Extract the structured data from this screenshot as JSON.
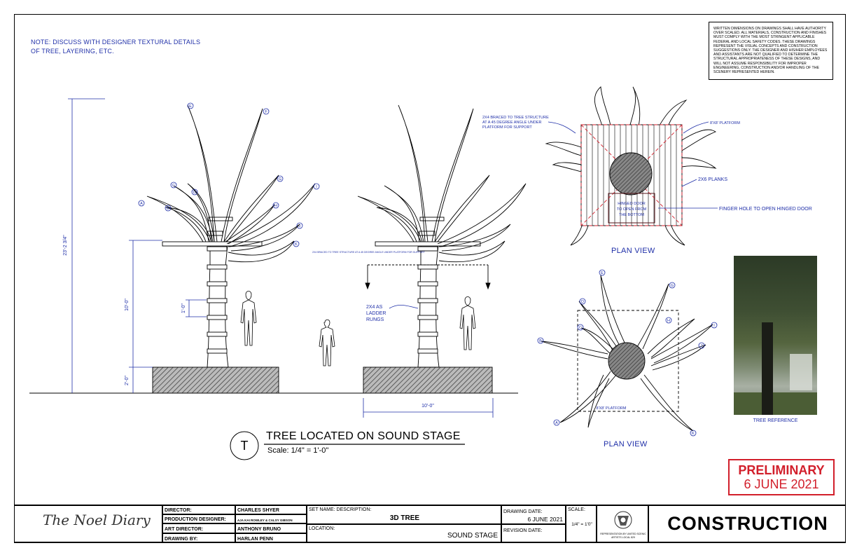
{
  "note": {
    "line1": "NOTE: DISCUSS WITH DESIGNER TEXTURAL DETAILS",
    "line2": "OF TREE, LAYERING, ETC."
  },
  "disclaimer": "WRITTEN DIMENSIONS ON DRAWINGS SHALL HAVE AUTHORITY OVER SCALED. ALL MATERIALS, CONSTRUCTION AND FINISHES MUST COMPLY WITH THE MOST STRINGENT APPLICABLE FEDERAL AND LOCAL SAFETY CODES. THESE DRAWINGS REPRESENT THE VISUAL CONCEPTS AND CONSTRUCTION SUGGESTIONS ONLY. THE DESIGNER AND HIS/HER EMPLOYEES AND ASSISTANTS ARE NOT QUALIFIED TO DETERMINE THE STRUCTURAL APPROPRIATENESS OF THESE DESIGNS, AND WILL NOT ASSUME RESPONSIBILITY FOR IMPROPER ENGINEERING, CONSTRUCTION AND/OR HANDLING OF THE SCENERY REPRESENTED HEREIN.",
  "elevation": {
    "dim_total": "23'-2 3/4\"",
    "dim_platform": "10'-0\"",
    "dim_rung": "1'-0\"",
    "dim_base": "2'-0\"",
    "dim_width": "10'-0\"",
    "brace_note": "2X4 BRACED TO TREE STRUCTURE AT A 45 DEGREE ANGLE UNDER PLATFORM FOR SUPPORT",
    "rungs_note_1": "2X4 AS",
    "rungs_note_2": "LADDER",
    "rungs_note_3": "RUNGS",
    "branch_labels": [
      "A",
      "B",
      "C",
      "D",
      "E",
      "F",
      "G",
      "H",
      "I",
      "J",
      "K"
    ]
  },
  "plan_top": {
    "brace_note_1": "2X4 BRACED TO TREE STRUCTURE",
    "brace_note_2": "AT A 45 DEGREE ANGLE UNDER",
    "brace_note_3": "PLATFORM FOR SUPPORT",
    "platform_note": "8'X8' PLATFORM",
    "planks_note": "2X6 PLANKS",
    "door_note_1": "HINGED DOOR",
    "door_note_2": "TO OPEN FROM",
    "door_note_3": "THE BOTTOM",
    "finger_note": "FINGER HOLE TO OPEN HINGED DOOR",
    "title": "PLAN VIEW"
  },
  "plan_bottom": {
    "platform_note": "8'X8' PLATFORM",
    "title": "PLAN VIEW",
    "branch_labels": [
      "A",
      "B",
      "C",
      "D",
      "E",
      "G",
      "H",
      "I",
      "J",
      "K"
    ]
  },
  "reference": {
    "caption": "TREE REFERENCE"
  },
  "drawing_title": {
    "letter": "T",
    "title": "TREE LOCATED ON SOUND STAGE",
    "scale": "Scale: 1/4\" = 1'-0\""
  },
  "stamp": {
    "line1": "PRELIMINARY",
    "line2": "6 JUNE 2021"
  },
  "title_block": {
    "logo": "The Noel Diary",
    "director_label": "DIRECTOR:",
    "director": "CHARLES SHYER",
    "pd_label": "PRODUCTION DESIGNER:",
    "pd": "AJA KAI ROWLEY & CALSY GIBSON",
    "ad_label": "ART DIRECTOR:",
    "ad": "ANTHONY BRUNO",
    "drawn_label": "DRAWING BY:",
    "drawn": "HARLAN PENN",
    "set_label": "SET NAME: DESCRIPTION:",
    "set_name": "3D TREE",
    "location_label": "LOCATION:",
    "location": "SOUND STAGE",
    "date_label": "DRAWING DATE:",
    "date": "6 JUNE 2021",
    "revision_label": "REVISION DATE:",
    "scale_label": "SCALE:",
    "scale": "1/4\" = 1'0\"",
    "union_text": "REPRESENTATION BY UNITED SCENIC ARTISTS LOCAL 829",
    "sheet_title": "CONSTRUCTION"
  },
  "colors": {
    "annotation": "#1f2fa8",
    "stamp": "#d21f2b",
    "hatch": "#555555"
  }
}
